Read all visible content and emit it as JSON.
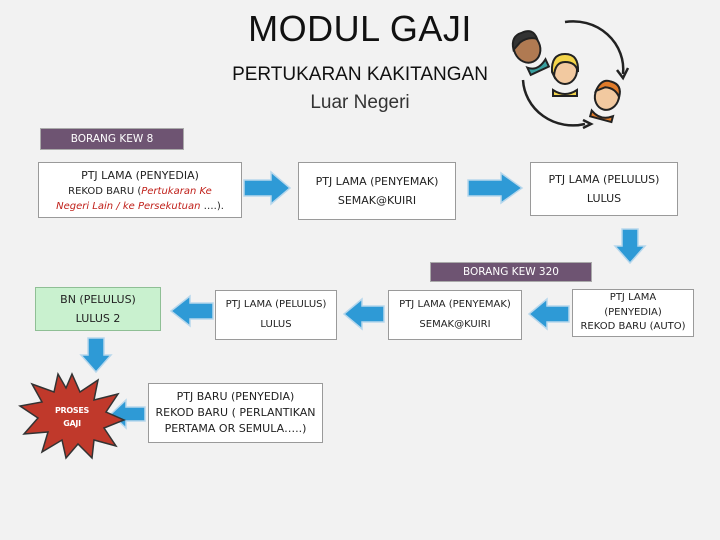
{
  "header": {
    "title": "MODUL GAJI",
    "subtitle": "PERTUKARAN KAKITANGAN",
    "subtitle2": "Luar Negeri"
  },
  "tags": {
    "kew8": "BORANG KEW 8",
    "kew320": "BORANG KEW 320"
  },
  "row1": {
    "box1": {
      "line1": "PTJ LAMA (PENYEDIA)",
      "line2_prefix": "REKOD BARU (",
      "line2_red": "Pertukaran  Ke",
      "line3_red": "Negeri Lain / ke Persekutuan",
      "line3_suffix": " ….)."
    },
    "box2": {
      "line1": "PTJ LAMA (PENYEMAK)",
      "line2": "SEMAK@KUIRI"
    },
    "box3": {
      "line1": "PTJ LAMA  (PELULUS)",
      "line2": "LULUS"
    }
  },
  "row2": {
    "box_bn": {
      "line1": "BN (PELULUS)",
      "line2": "LULUS 2"
    },
    "box_pelulus": {
      "line1": "PTJ LAMA  (PELULUS)",
      "line2": "LULUS"
    },
    "box_penyemak": {
      "line1": "PTJ LAMA (PENYEMAK)",
      "line2": "SEMAK@KUIRI"
    },
    "box_penyedia": {
      "line1": "PTJ LAMA",
      "line2": "(PENYEDIA)",
      "line3": "REKOD BARU (AUTO)"
    }
  },
  "row3": {
    "burst": {
      "line1": "PROSES",
      "line2": "GAJI"
    },
    "box_baru": {
      "line1": "PTJ BARU (PENYEDIA)",
      "line2": "REKOD BARU ( PERLANTIKAN",
      "line3": "PERTAMA OR SEMULA…..)"
    }
  },
  "colors": {
    "arrow": "#2e9ad6",
    "arrow_stroke": "#b7d7ec",
    "tag_bg": "#6e5472",
    "green": "#c9f1cf",
    "burst": "#c0392b"
  },
  "icons": [
    "people-exchange-icon"
  ]
}
